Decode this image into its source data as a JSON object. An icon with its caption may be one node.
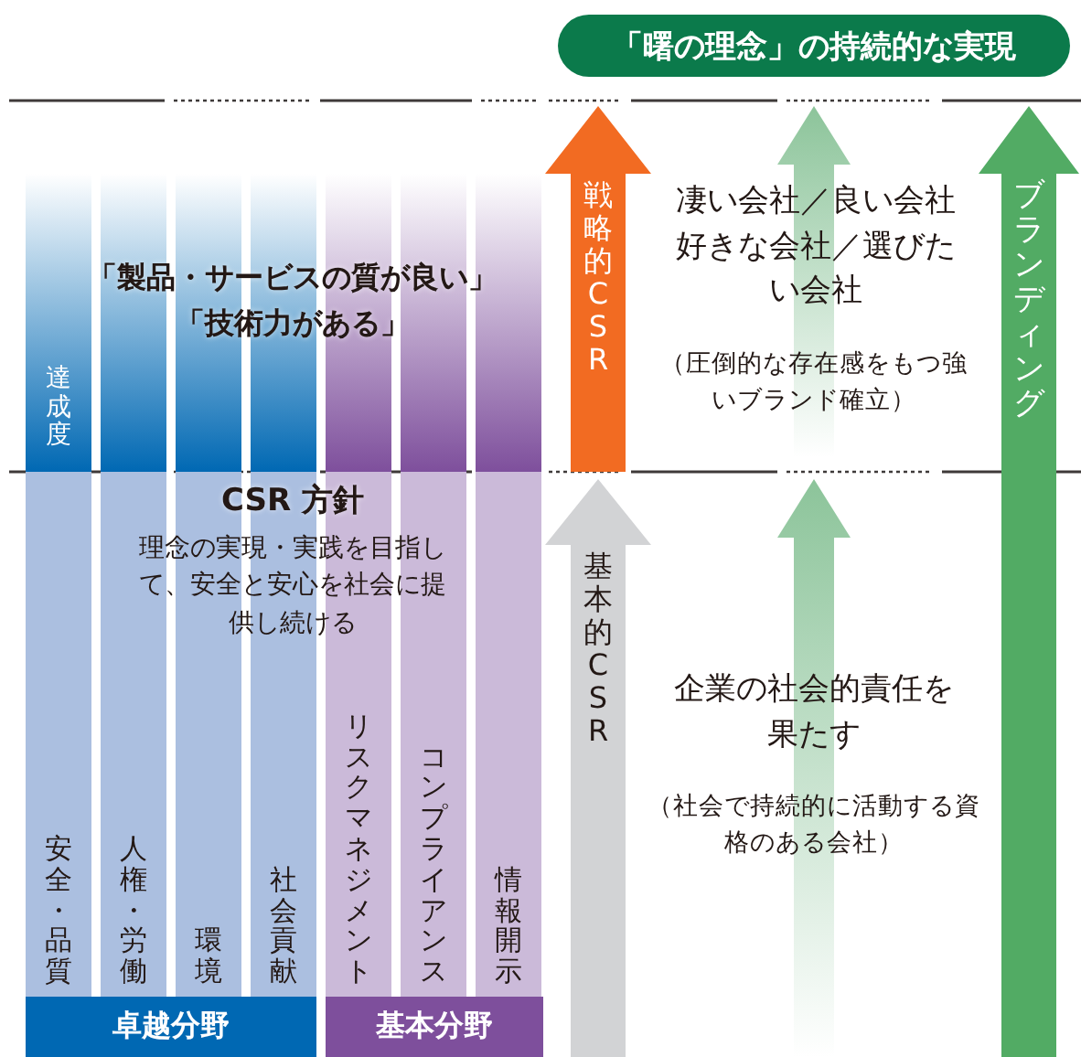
{
  "diagram": {
    "nodes": [
      {
        "text": [
          "「曙の理念」の持続的な実現"
        ]
      },
      {
        "text": [],
        "shape": "bar"
      },
      {
        "text": [],
        "shape": "bar"
      },
      {
        "text": [],
        "shape": "bar"
      },
      {
        "text": [],
        "shape": "bar"
      },
      {
        "text": [],
        "shape": "bar"
      },
      {
        "text": [],
        "shape": "bar"
      },
      {
        "text": [],
        "shape": "bar"
      },
      {
        "text": [
          "戦略的CSR"
        ]
      },
      {
        "text": [
          "ブランディング"
        ]
      },
      {
        "text": [
          "基本的CSR"
        ]
      },
      {
        "text": [
          "安全・品質"
        ]
      },
      {
        "text": [
          "人権・労働"
        ]
      },
      {
        "text": [
          "環境"
        ]
      },
      {
        "text": [
          "社会貢献"
        ]
      },
      {
        "text": [
          "リスクマネジメント"
        ]
      },
      {
        "text": [
          "コンプライアンス"
        ]
      },
      {
        "text": [
          "情報開示"
        ]
      },
      {
        "text": [
          "卓越分野"
        ]
      },
      {
        "text": [
          "基本分野"
        ]
      }
    ],
    "labels": [
      "達成度",
      "「製品・サービスの質が良い」",
      "「技術力がある」",
      "CSR 方針",
      "理念の実現・実践を目指して、安全と安心を社会に提供し続ける",
      "凄い会社／良い会社好きな会社／選びたい会社",
      "（圧倒的な存在感をもつ強いブランド確立）",
      "企業の社会的責任を果たす",
      "（社会で持続的に活動する資格のある会社）"
    ]
  }
}
